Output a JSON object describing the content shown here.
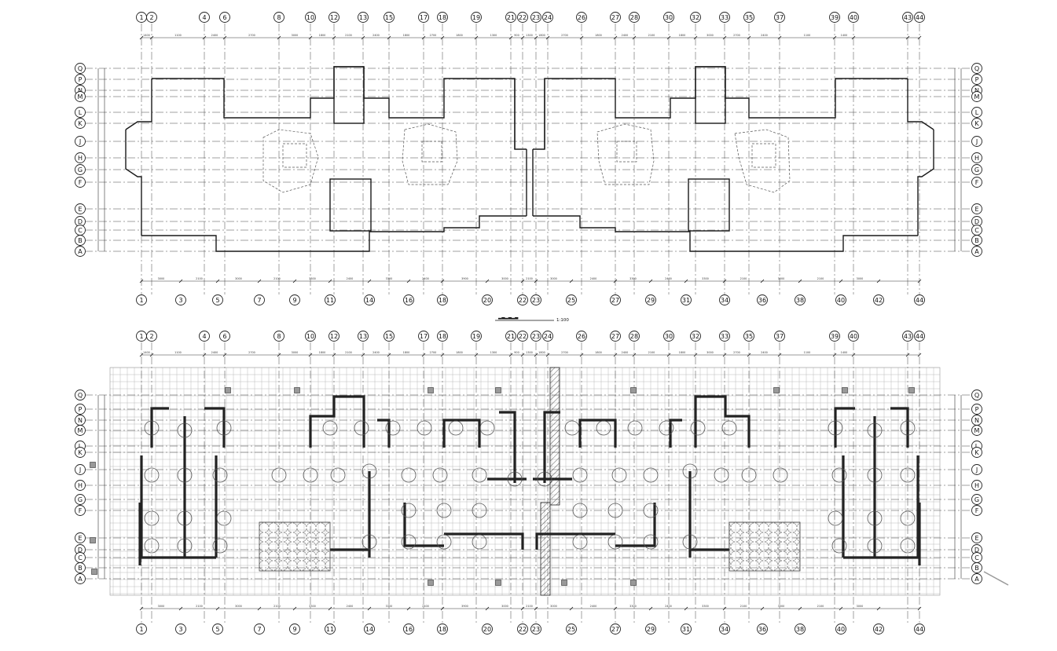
{
  "drawing": {
    "scale": "1:100",
    "top_grid_labels": [
      "1",
      "2",
      "4",
      "6",
      "8",
      "10",
      "12",
      "13",
      "15",
      "17",
      "18",
      "19",
      "21",
      "22",
      "23",
      "24",
      "26",
      "27",
      "28",
      "30",
      "32",
      "33",
      "35",
      "37",
      "39",
      "40",
      "43",
      "44"
    ],
    "bottom_grid_labels": [
      "1",
      "3",
      "5",
      "7",
      "9",
      "11",
      "14",
      "16",
      "18",
      "20",
      "22",
      "23",
      "25",
      "27",
      "29",
      "31",
      "34",
      "36",
      "38",
      "40",
      "42",
      "44"
    ],
    "row_grid_labels": [
      "Q",
      "P",
      "N",
      "M",
      "L",
      "K",
      "J",
      "H",
      "G",
      "F",
      "E",
      "D",
      "C",
      "B",
      "A"
    ],
    "top_dims": [
      "1400",
      "1100",
      "2400",
      "2700",
      "3000",
      "1800",
      "2100",
      "2400",
      "1800",
      "2700",
      "1800",
      "1300",
      "900",
      "1300",
      "1800",
      "2700",
      "1800",
      "2400",
      "2100",
      "1800",
      "3000",
      "2700",
      "2400",
      "1100",
      "1400"
    ],
    "bottom_dims": [
      "3000",
      "2100",
      "3000",
      "2100",
      "3300",
      "2400",
      "3300",
      "2400",
      "3900",
      "3000",
      "2100",
      "3000",
      "2400",
      "3300",
      "2400",
      "3300",
      "2100",
      "3000",
      "2100",
      "3000"
    ]
  },
  "colors": {
    "line": "#1a1a1a",
    "grid": "#444444",
    "hatch": "#777777",
    "mesh": "#bdbdbd"
  }
}
